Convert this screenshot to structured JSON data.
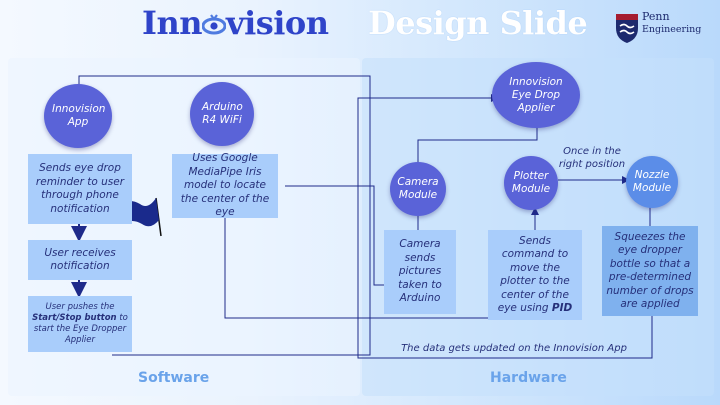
{
  "header": {
    "title_main_a": "Inn",
    "title_main_b": "vision",
    "title_side": "Design Slide",
    "logo_line1": "Penn",
    "logo_line2": "Engineering"
  },
  "software": {
    "section_label": "Software",
    "app_node": "Innovision App",
    "arduino_node": "Arduino R4 WiFi",
    "step1": "Sends eye drop reminder to user through phone notification",
    "step2": "User receives notification",
    "step3_pre": "User pushes the",
    "step3_bold": "Start/Stop button",
    "step3_post": "to start the Eye Dropper Applier",
    "arduino_desc": "Uses Google MediaPipe Iris model to locate the center of the eye"
  },
  "hardware": {
    "section_label": "Hardware",
    "applier_node": "Innovision Eye Drop Applier",
    "camera_node": "Camera Module",
    "plotter_node": "Plotter Module",
    "nozzle_node": "Nozzle Module",
    "camera_desc": "Camera sends pictures taken to Arduino",
    "plotter_desc_pre": "Sends command to move the plotter to the center of the eye using",
    "plotter_desc_bold": "PID",
    "nozzle_desc": "Squeezes the eye dropper bottle so that a pre-determined number of drops are applied",
    "position_note": "Once in the right position",
    "update_note": "The data gets updated on the Innovision App"
  },
  "colors": {
    "title_blue": "#2f44c9",
    "node_purple": "#5a63d8",
    "node_blue": "#5b8de8",
    "box_blue": "#a9cdfb",
    "line_blue": "#1f2a8a",
    "flag_navy": "#1a2a8c"
  },
  "icons": [
    "eye-icon",
    "flag-icon",
    "penn-shield-icon"
  ]
}
